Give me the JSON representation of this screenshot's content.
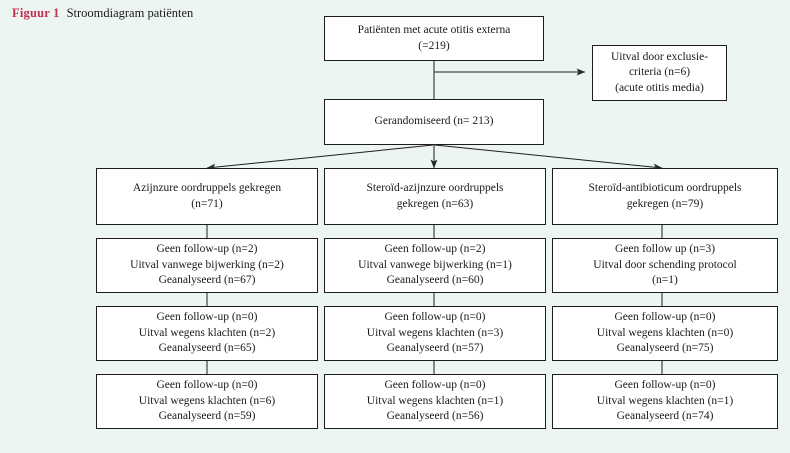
{
  "caption": {
    "figure_label": "Figuur 1",
    "title": "Stroomdiagram patiënten",
    "label_color": "#c0304f"
  },
  "colors": {
    "background": "#edf5f3",
    "box_fill": "#ffffff",
    "box_border": "#1d1d1d",
    "text": "#1a1a1a",
    "connector": "#1d1d1d"
  },
  "chart_data": {
    "type": "diagram",
    "title": "Stroomdiagram patiënten",
    "nodes": {
      "enrolled": {
        "lines": [
          "Patiënten met acute otitis externa",
          "(=219)"
        ],
        "count": 219
      },
      "excluded": {
        "lines": [
          "Uitval door exclusie-",
          "criteria (n=6)",
          "(acute otitis media)"
        ],
        "count": 6
      },
      "randomised": {
        "lines": [
          "Gerandomiseerd (n= 213)"
        ],
        "count": 213
      }
    },
    "arms": [
      {
        "header": {
          "lines": [
            "Azijnzure oordruppels gekregen",
            "(n=71)"
          ],
          "count": 71
        },
        "stages": [
          {
            "lines": [
              "Geen follow-up (n=2)",
              "Uitval vanwege bijwerking (n=2)",
              "Geanalyseerd (n=67)"
            ],
            "lost_to_followup": 2,
            "dropout": 2,
            "analysed": 67
          },
          {
            "lines": [
              "Geen follow-up (n=0)",
              "Uitval wegens klachten (n=2)",
              "Geanalyseerd (n=65)"
            ],
            "lost_to_followup": 0,
            "dropout": 2,
            "analysed": 65
          },
          {
            "lines": [
              "Geen follow-up (n=0)",
              "Uitval wegens klachten (n=6)",
              "Geanalyseerd (n=59)"
            ],
            "lost_to_followup": 0,
            "dropout": 6,
            "analysed": 59
          }
        ]
      },
      {
        "header": {
          "lines": [
            "Steroïd-azijnzure oordruppels",
            "gekregen (n=63)"
          ],
          "count": 63
        },
        "stages": [
          {
            "lines": [
              "Geen follow-up (n=2)",
              "Uitval vanwege bijwerking (n=1)",
              "Geanalyseerd (n=60)"
            ],
            "lost_to_followup": 2,
            "dropout": 1,
            "analysed": 60
          },
          {
            "lines": [
              "Geen follow-up (n=0)",
              "Uitval wegens klachten (n=3)",
              "Geanalyseerd (n=57)"
            ],
            "lost_to_followup": 0,
            "dropout": 3,
            "analysed": 57
          },
          {
            "lines": [
              "Geen follow-up (n=0)",
              "Uitval wegens klachten (n=1)",
              "Geanalyseerd (n=56)"
            ],
            "lost_to_followup": 0,
            "dropout": 1,
            "analysed": 56
          }
        ]
      },
      {
        "header": {
          "lines": [
            "Steroïd-antibioticum oordruppels",
            "gekregen (n=79)"
          ],
          "count": 79
        },
        "stages": [
          {
            "lines": [
              "Geen follow up (n=3)",
              "Uitval door schending protocol",
              "(n=1)"
            ],
            "lost_to_followup": 3,
            "dropout": 1,
            "analysed": null
          },
          {
            "lines": [
              "Geen follow-up (n=0)",
              "Uitval wegens klachten (n=0)",
              "Geanalyseerd (n=75)"
            ],
            "lost_to_followup": 0,
            "dropout": 0,
            "analysed": 75
          },
          {
            "lines": [
              "Geen follow-up (n=0)",
              "Uitval wegens klachten (n=1)",
              "Geanalyseerd (n=74)"
            ],
            "lost_to_followup": 0,
            "dropout": 1,
            "analysed": 74
          }
        ]
      }
    ]
  }
}
